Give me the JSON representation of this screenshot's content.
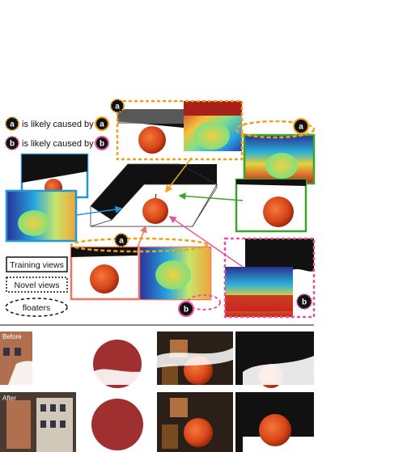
{
  "badges": {
    "a": "a",
    "b": "b"
  },
  "key": {
    "line_a": "is likely caused by",
    "line_b": "is likely caused by"
  },
  "legend": {
    "training": "Training views",
    "novel": "Novel views",
    "floaters": "floaters"
  },
  "rows": {
    "before": "Before",
    "after": "After"
  },
  "colors": {
    "orange": "#f0a01a",
    "pink": "#e8569a",
    "blue": "#2196d8",
    "green": "#3aa528",
    "salmon": "#f07560",
    "apple": "#d8461a"
  }
}
